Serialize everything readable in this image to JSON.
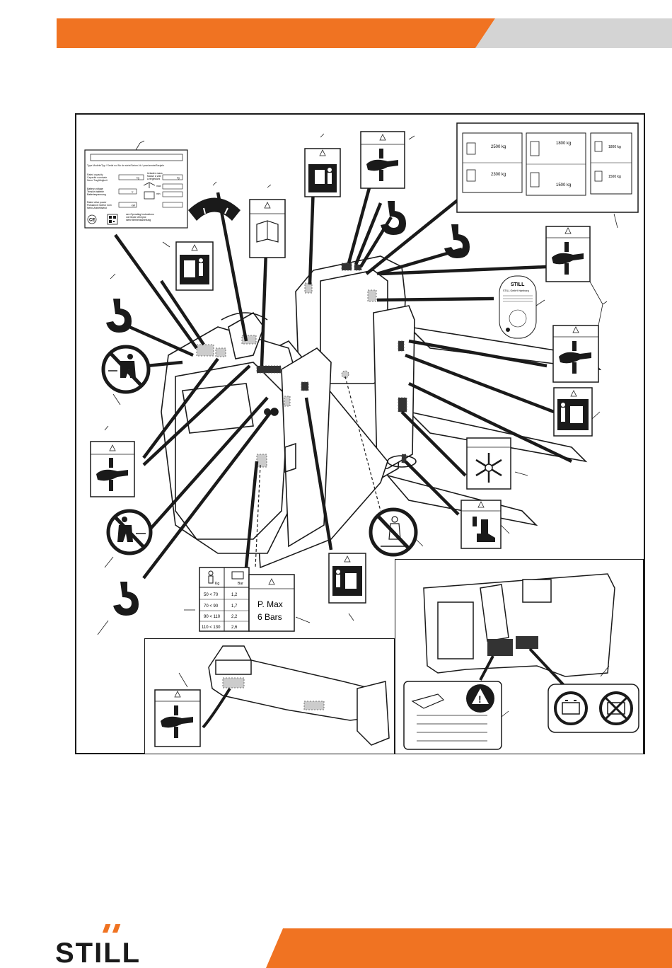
{
  "colors": {
    "accent": "#f07322",
    "header_gray": "#d4d4d4",
    "line": "#1a1a1a"
  },
  "brand": {
    "name": "STILL"
  },
  "rating_plate": {
    "line1": "Type Modèle/Typ / Serial no./No de série/Serien-Nr / year/année/Baujahr",
    "rated_capacity": "Rated capacity\nCapacité nominale\nNenn-Tragfähigkeit",
    "unladen_mass": "Unladen mass\nMasse à vide\nLeergewicht",
    "battery_voltage": "Battery voltage\nTension batterie\nBatteriespannung",
    "rated_drive_power": "Rated drive power\nPuissance moteur nom\nNenn-Antriebsleist",
    "see_instructions": "see Operating Instructions\nvoir Mode d'emploi\nsiehe Betriebsanleitung",
    "unit_kg": "kg",
    "unit_v": "V",
    "unit_kw": "kW",
    "max": "max",
    "min": "min",
    "ce": "CE"
  },
  "load_charts": {
    "values": [
      "2500 kg",
      "2300 kg",
      "1800 kg",
      "1800 kg",
      "1500 kg",
      "1500 kg"
    ]
  },
  "still_tag": {
    "brand": "STILL",
    "line1": "STILL GmbH Hamburg"
  },
  "pressure_label": {
    "header_left": "Kg",
    "header_right": "Bar",
    "rows": [
      {
        "weight": "50 < 70",
        "bar": "1,2"
      },
      {
        "weight": "70 < 90",
        "bar": "1,7"
      },
      {
        "weight": "90 < 110",
        "bar": "2,2"
      },
      {
        "weight": "110 < 130",
        "bar": "2,6"
      }
    ]
  },
  "pmax_label": {
    "line1": "P. Max",
    "line2": "6 Bars"
  }
}
